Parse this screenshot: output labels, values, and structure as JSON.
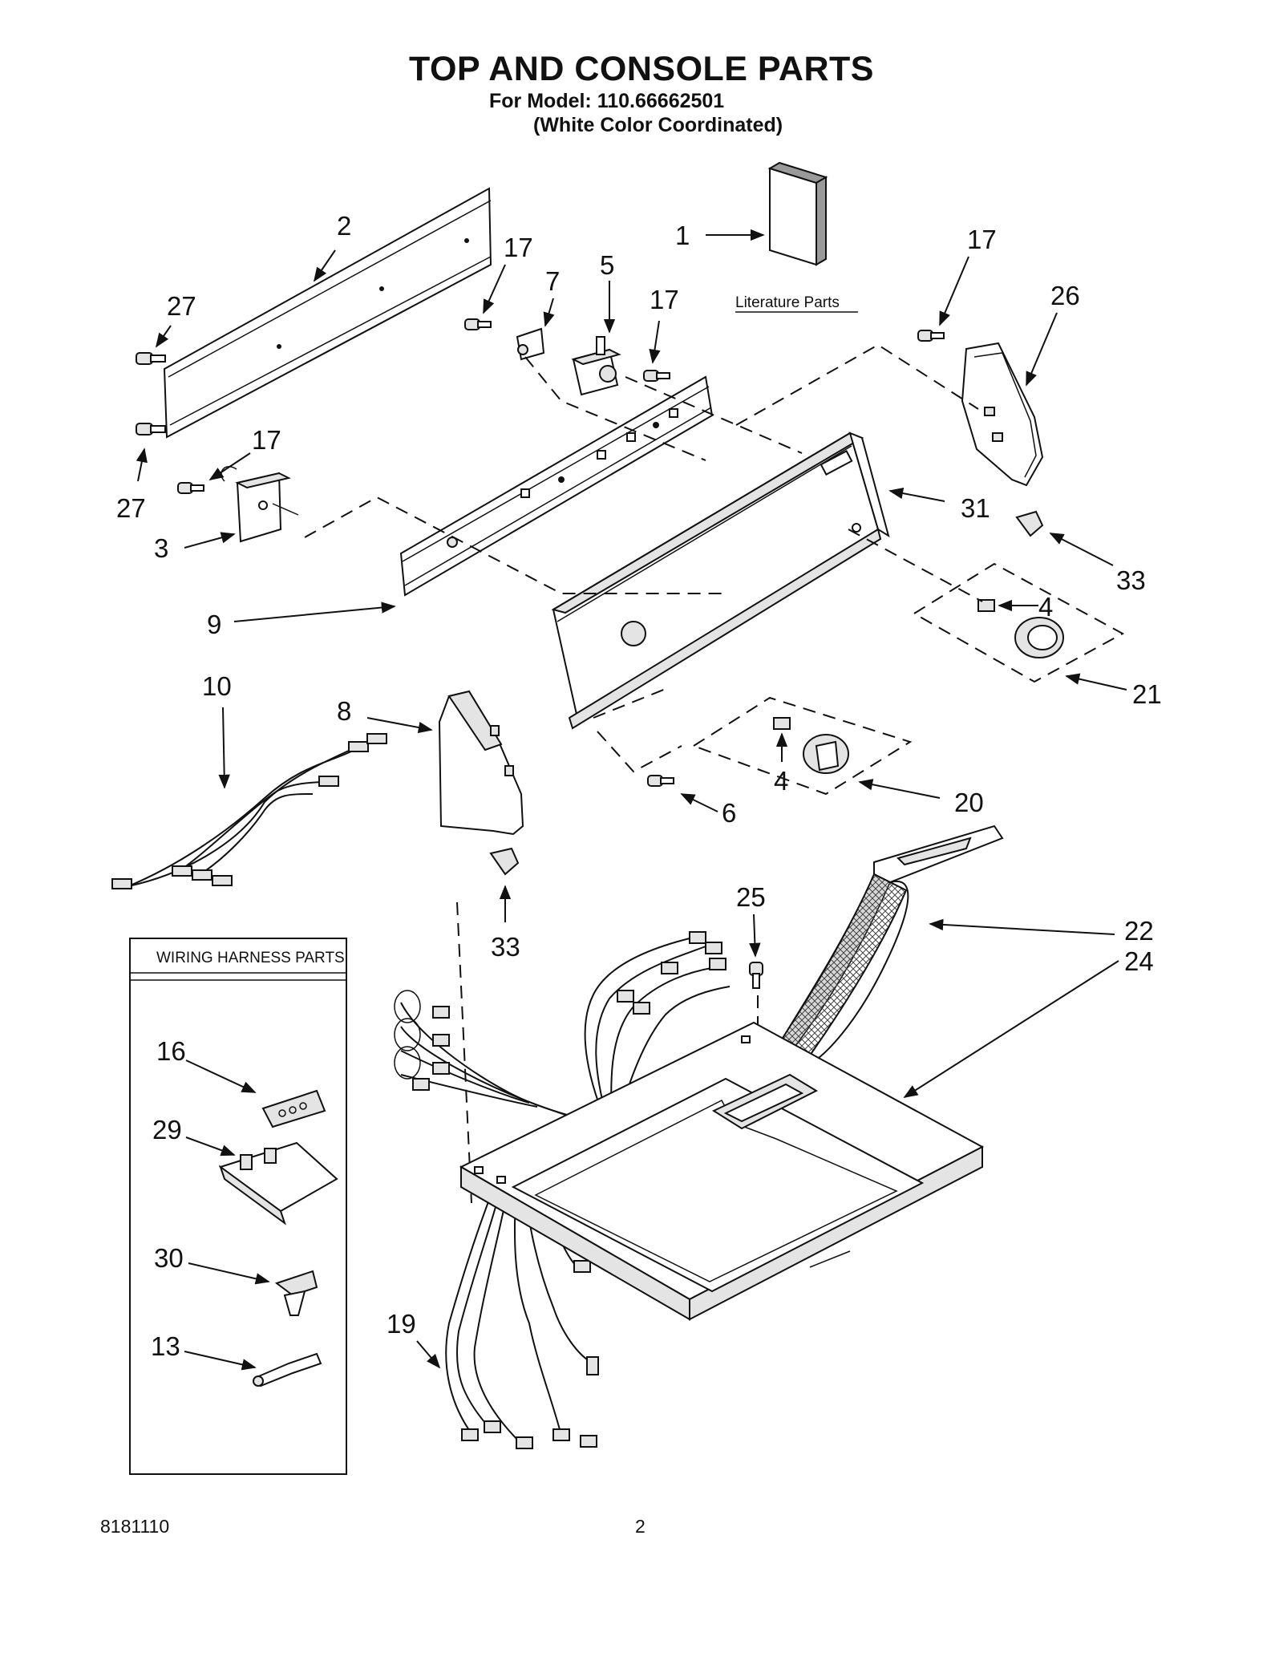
{
  "header": {
    "title": "TOP AND CONSOLE PARTS",
    "model_line": "For Model: 110.66662501",
    "variant_line": "(White Color Coordinated)"
  },
  "labels": {
    "literature": "Literature Parts",
    "wiring_box_title": "WIRING HARNESS PARTS"
  },
  "callouts": {
    "c1": "1",
    "c2": "2",
    "c3": "3",
    "c4a": "4",
    "c4b": "4",
    "c5": "5",
    "c6": "6",
    "c7": "7",
    "c8": "8",
    "c9": "9",
    "c10": "10",
    "c13": "13",
    "c16": "16",
    "c17a": "17",
    "c17b": "17",
    "c17c": "17",
    "c17d": "17",
    "c19": "19",
    "c20": "20",
    "c21": "21",
    "c22": "22",
    "c24": "24",
    "c25": "25",
    "c26": "26",
    "c27a": "27",
    "c27b": "27",
    "c29": "29",
    "c30": "30",
    "c31": "31",
    "c33a": "33",
    "c33b": "33"
  },
  "footer": {
    "doc_number": "8181110",
    "page_number": "2"
  }
}
